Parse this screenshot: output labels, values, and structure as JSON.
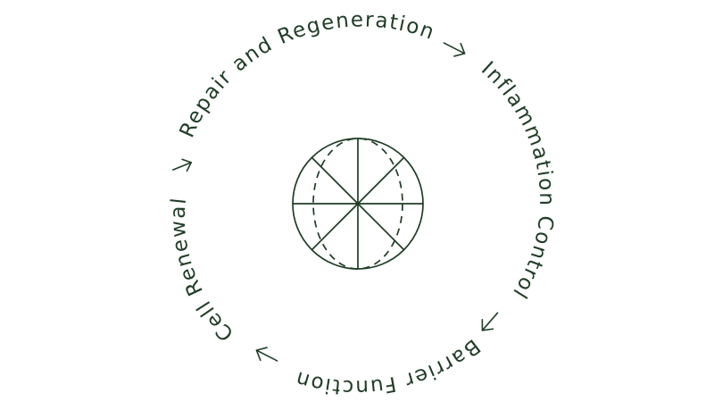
{
  "colors": {
    "ink": "#1f3d26",
    "background": "#ffffff"
  },
  "cycle": {
    "stages": [
      {
        "label": "Repair and Regeneration"
      },
      {
        "label": "Inflammation Control"
      },
      {
        "label": "Barrier Function"
      },
      {
        "label": "Cell Renewal"
      }
    ],
    "direction": "clockwise",
    "arrow_icon": "arrow-right-icon",
    "center_icon": "cell-sphere-icon"
  }
}
